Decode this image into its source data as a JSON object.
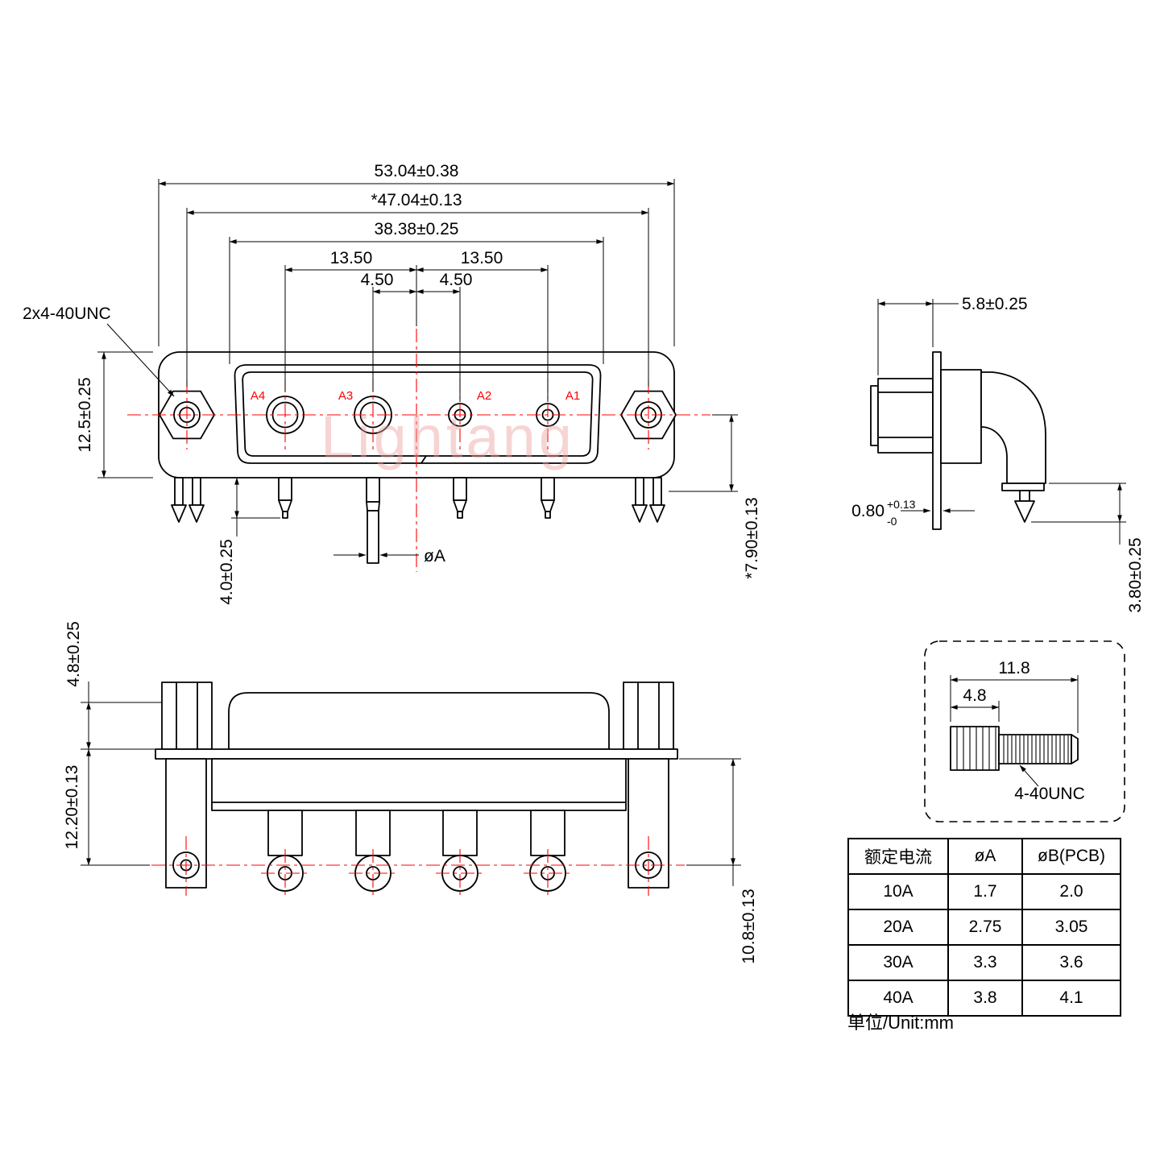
{
  "drawing": {
    "watermark": "Lightang"
  },
  "front_view": {
    "dim_width_outer": "53.04±0.38",
    "dim_mount_centers": "*47.04±0.13",
    "dim_opening_width": "38.38±0.25",
    "dim_contact_13_left": "13.50",
    "dim_contact_13_right": "13.50",
    "dim_contact_4_left": "4.50",
    "dim_contact_4_right": "4.50",
    "thread_label": "2x4-40UNC",
    "dim_body_height": "12.5±0.25",
    "dim_pin_length": "4.0±0.25",
    "dim_pin_dia": "øA",
    "dim_center_to_edge": "*7.90±0.13",
    "contact_labels": [
      "A4",
      "A3",
      "A2",
      "A1"
    ]
  },
  "side_view": {
    "dim_front_depth": "5.8±0.25",
    "dim_flange_thickness_value": "0.80",
    "dim_flange_thickness_plus": "+0.13",
    "dim_flange_thickness_minus": "-0",
    "dim_pin_length": "3.80±0.25"
  },
  "bottom_view": {
    "dim_screw_height": "4.8±0.25",
    "dim_flange_to_hole": "12.20±0.13",
    "dim_body_to_hole": "10.8±0.13"
  },
  "screw_detail": {
    "dim_total_length": "11.8",
    "dim_head_length": "4.8",
    "thread_label": "4-40UNC"
  },
  "spec_table": {
    "headers": [
      "额定电流",
      "øA",
      "øB(PCB)"
    ],
    "rows": [
      [
        "10A",
        "1.7",
        "2.0"
      ],
      [
        "20A",
        "2.75",
        "3.05"
      ],
      [
        "30A",
        "3.3",
        "3.6"
      ],
      [
        "40A",
        "3.8",
        "4.1"
      ]
    ],
    "unit_note": "单位/Unit:mm"
  },
  "colors": {
    "line": "#000000",
    "centerline_red": "#ff0000",
    "watermark_pink": "#ee9f9f"
  }
}
